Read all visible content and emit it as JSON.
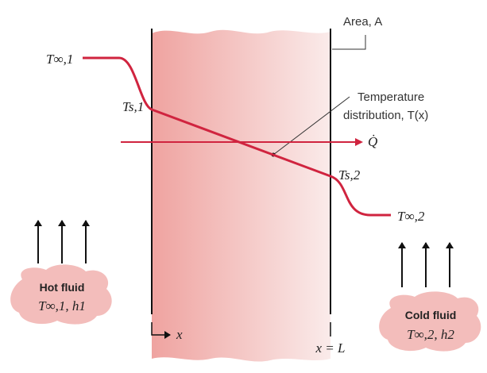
{
  "labels": {
    "t_inf_1": "T∞,1",
    "t_s_1": "Ts,1",
    "t_s_2": "Ts,2",
    "t_inf_2": "T∞,2",
    "area": "Area, A",
    "temp_dist_line1": "Temperature",
    "temp_dist_line2": "distribution, T(x)",
    "heat_rate": "Q̇",
    "x_axis": "x",
    "x_end": "x = L"
  },
  "hot_fluid": {
    "title": "Hot fluid",
    "params": "T∞,1, h1"
  },
  "cold_fluid": {
    "title": "Cold fluid",
    "params": "T∞,2, h2"
  },
  "colors": {
    "temperature_line": "#d0243f",
    "wall_gradient_start": "#efa3a0",
    "wall_gradient_end": "#faebea",
    "blob_fill": "#f3bdbb",
    "arrow_black": "#111111"
  }
}
